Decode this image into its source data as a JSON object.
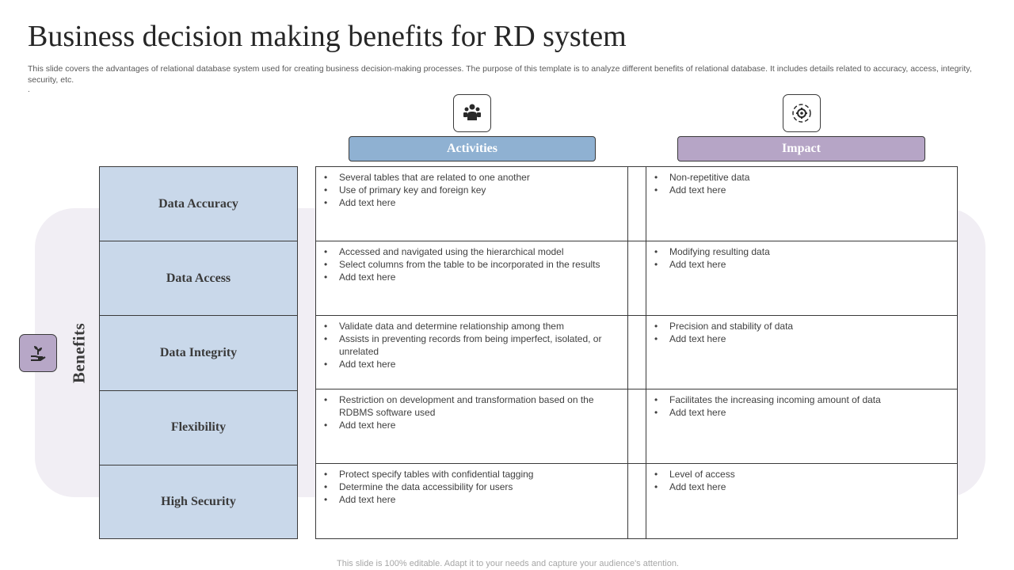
{
  "title": "Business decision making benefits for RD system",
  "subtitle": "This slide covers the advantages of relational database system used for creating business decision-making processes. The purpose of this template is to analyze different benefits of relational database. It includes details related to accuracy, access, integrity, security, etc.",
  "subtitle_dot": ".",
  "side_label": "Benefits",
  "headers": {
    "activities": "Activities",
    "impact": "Impact"
  },
  "icons": {
    "left": "plant-hand-icon",
    "activities": "team-people-icon",
    "impact": "gear-cycle-icon"
  },
  "colors": {
    "label_bg": "#c9d8ea",
    "activities_header": "#8fb1d2",
    "impact_header": "#b6a5c6",
    "panel_bg": "#f1eef4",
    "icon_bg": "#b7a7c7"
  },
  "rows": [
    {
      "label": "Data Accuracy",
      "activities": [
        "Several tables that are related to one another",
        "Use of primary key and foreign key",
        "Add text here"
      ],
      "impact": [
        "Non-repetitive data",
        "Add text here"
      ]
    },
    {
      "label": "Data Access",
      "activities": [
        "Accessed and navigated using the hierarchical model",
        "Select columns from the table to be incorporated in the results",
        "Add text here"
      ],
      "impact": [
        "Modifying resulting data",
        "Add text here"
      ]
    },
    {
      "label": "Data Integrity",
      "activities": [
        "Validate data and determine relationship among them",
        " Assists in preventing records from being imperfect, isolated, or unrelated",
        "Add text here"
      ],
      "impact": [
        "Precision and stability of data",
        "Add text here"
      ]
    },
    {
      "label": "Flexibility",
      "activities": [
        "Restriction on development and transformation based on the RDBMS software used",
        "Add text here"
      ],
      "impact": [
        "Facilitates the increasing incoming amount of data",
        "Add text here"
      ]
    },
    {
      "label": "High Security",
      "activities": [
        "Protect specify tables with confidential tagging",
        "Determine the data accessibility for users",
        "Add text here"
      ],
      "impact": [
        "Level of access",
        "Add text here"
      ]
    }
  ],
  "footer": "This slide is 100% editable. Adapt it to your needs and capture your audience's attention."
}
